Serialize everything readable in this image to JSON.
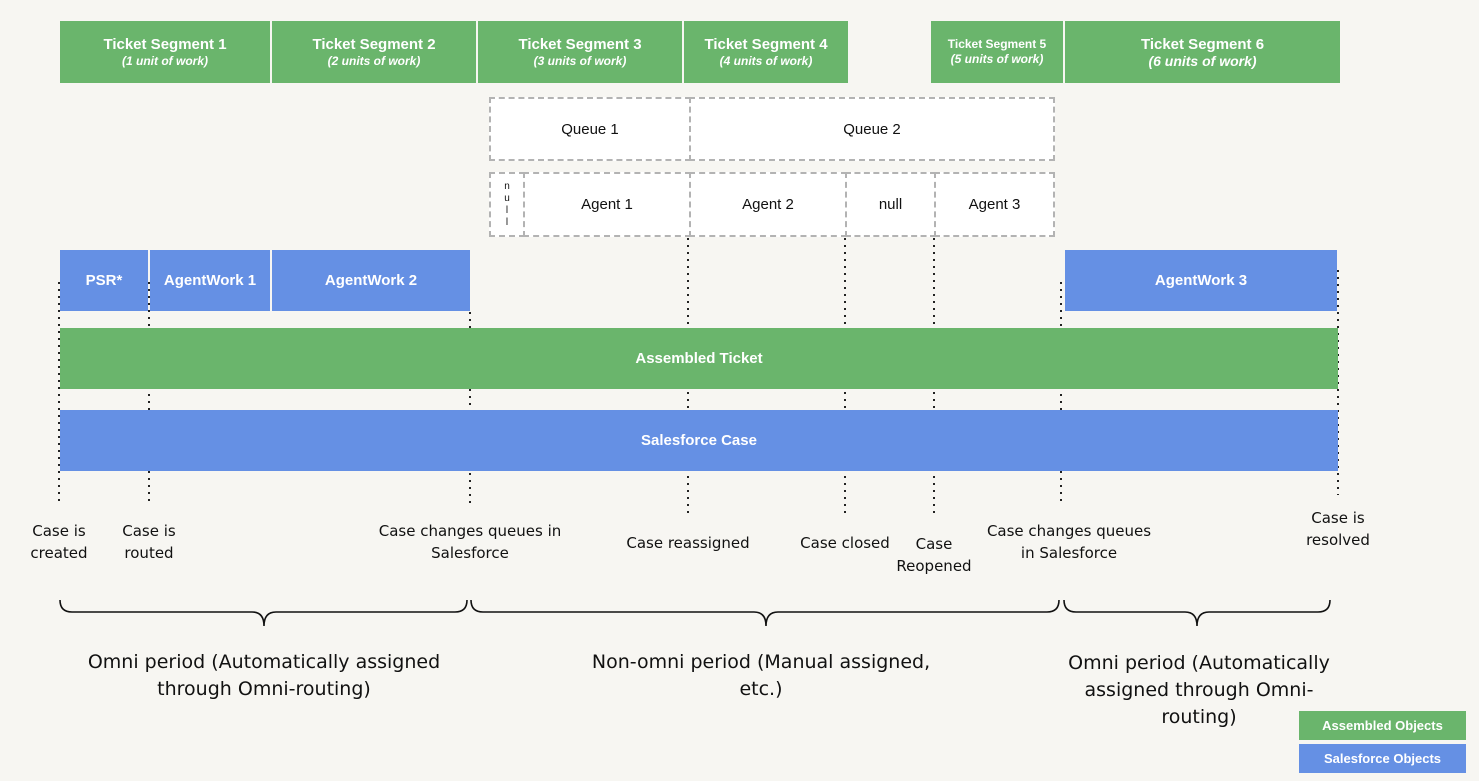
{
  "segments": [
    {
      "title": "Ticket Segment 1",
      "sub": "(1 unit of work)"
    },
    {
      "title": "Ticket Segment 2",
      "sub": "(2 units of work)"
    },
    {
      "title": "Ticket Segment 3",
      "sub": "(3 units of work)"
    },
    {
      "title": "Ticket Segment 4",
      "sub": "(4 units of work)"
    },
    {
      "title": "Ticket Segment 5",
      "sub": "(5 units of work)"
    },
    {
      "title": "Ticket Segment 6",
      "sub": "(6 units of work)"
    }
  ],
  "queues": [
    "Queue 1",
    "Queue 2"
  ],
  "agents": {
    "null_vertical": [
      "n",
      "u",
      "l",
      "l"
    ],
    "items": [
      "Agent 1",
      "Agent 2",
      "null",
      "Agent 3"
    ]
  },
  "work": [
    "PSR*",
    "AgentWork 1",
    "AgentWork 2",
    "AgentWork 3"
  ],
  "assembled_ticket": "Assembled Ticket",
  "salesforce_case": "Salesforce Case",
  "events": [
    {
      "l1": "Case is",
      "l2": "created"
    },
    {
      "l1": "Case is",
      "l2": "routed"
    },
    {
      "l1": "Case changes queues in",
      "l2": "Salesforce"
    },
    {
      "l1": "Case reassigned",
      "l2": ""
    },
    {
      "l1": "Case closed",
      "l2": ""
    },
    {
      "l1": "Case",
      "l2": "Reopened"
    },
    {
      "l1": "Case changes queues",
      "l2": "in Salesforce"
    },
    {
      "l1": "Case is",
      "l2": "resolved"
    }
  ],
  "periods": [
    {
      "l1": "Omni period (Automatically assigned",
      "l2": "through Omni-routing)"
    },
    {
      "l1": "Non-omni period (Manual assigned,",
      "l2": "etc.)"
    },
    {
      "l1": "Omni period (Automatically",
      "l2": "assigned through Omni-routing)"
    }
  ],
  "legend": {
    "assembled": "Assembled Objects",
    "salesforce": "Salesforce Objects"
  },
  "colors": {
    "green": "#6ab56c",
    "blue": "#6590e4",
    "background": "#f7f6f2"
  }
}
